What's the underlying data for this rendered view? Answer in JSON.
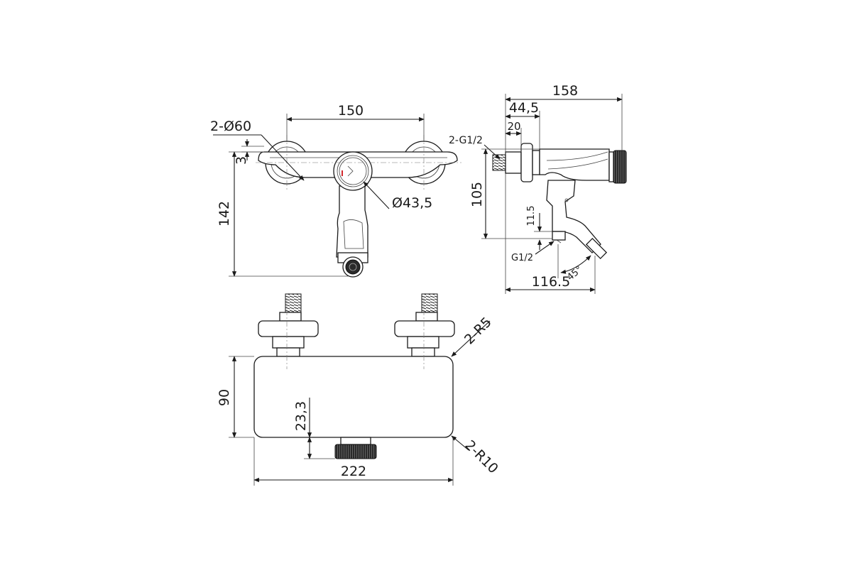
{
  "front_view": {
    "width_label": "150",
    "ecc_label": "2-Ø60",
    "offset_label": "3",
    "height_label": "142",
    "handle_label": "Ø43,5"
  },
  "side_view": {
    "depth_label": "158",
    "wall_label": "44,5",
    "thread_len_label": "20",
    "inlet_label": "2-G1/2",
    "height_label": "105",
    "outlet_offset_label": "11.5",
    "outlet_label": "G1/2",
    "angle_label": "45°",
    "spout_label": "116.5"
  },
  "top_view": {
    "radius_small_label": "2-R5",
    "body_height_label": "90",
    "knob_offset_label": "23,3",
    "radius_large_label": "2-R10",
    "width_label": "222"
  },
  "colors": {
    "stroke": "#1a1a1a",
    "knob_fill": "#2a2a2a",
    "indicator": "#d2282d"
  }
}
